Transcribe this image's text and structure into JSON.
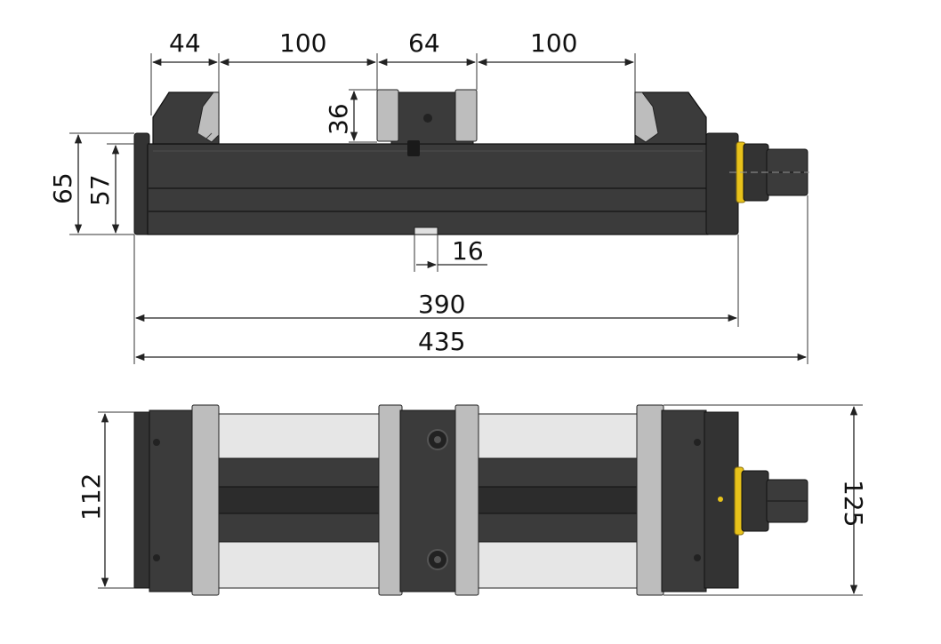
{
  "colors": {
    "body": "#3b3b3b",
    "body_dark": "#2a2a2a",
    "body_light": "#4a4a4a",
    "jaw_insert": "#bdbdbd",
    "rail": "#e6e6e6",
    "accent_ring": "#e8c21a",
    "line": "#222222"
  },
  "dimensions": {
    "d44": "44",
    "d100_left": "100",
    "d64": "64",
    "d100_right": "100",
    "d36": "36",
    "d65": "65",
    "d57": "57",
    "d16": "16",
    "d390": "390",
    "d435": "435",
    "d112": "112",
    "d125": "125"
  }
}
